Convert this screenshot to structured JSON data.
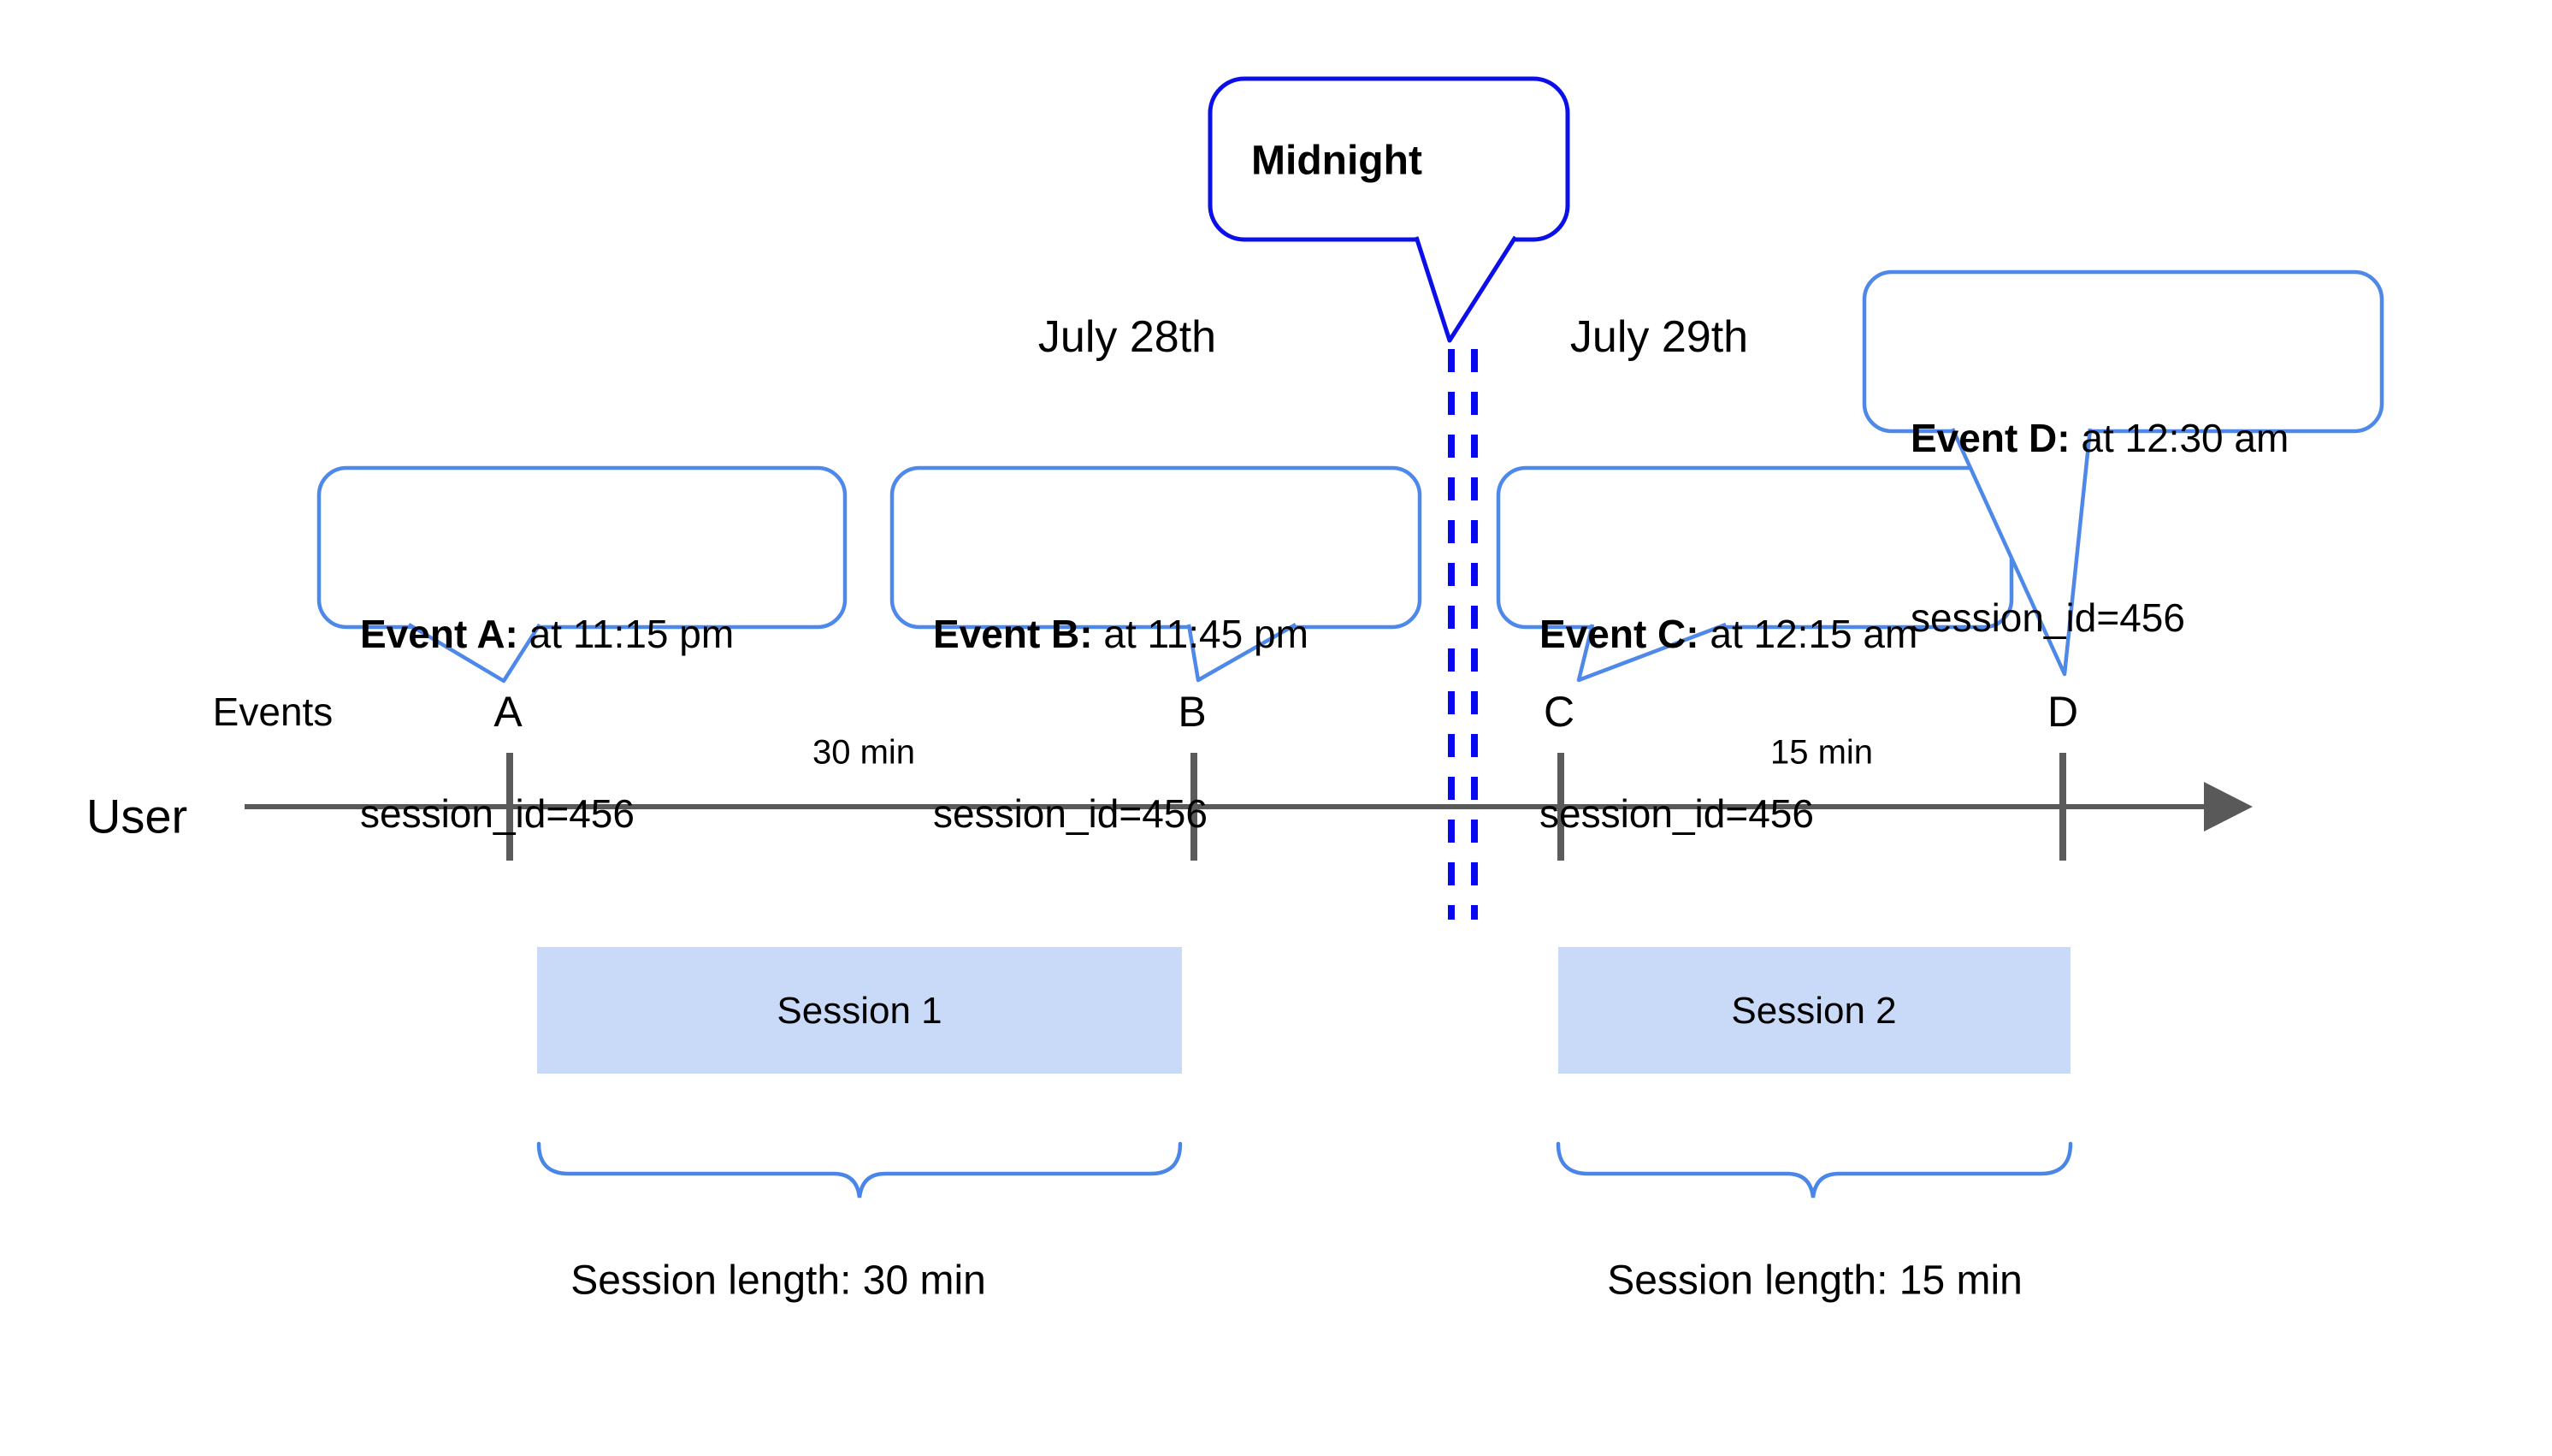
{
  "callouts": {
    "midnight": {
      "text": "Midnight"
    },
    "events": [
      {
        "tick": "A",
        "label": "Event A:",
        "time": " at 11:15 pm",
        "session": "session_id=456"
      },
      {
        "tick": "B",
        "label": "Event B:",
        "time": " at 11:45 pm",
        "session": "session_id=456"
      },
      {
        "tick": "C",
        "label": "Event C:",
        "time": " at 12:15 am",
        "session": "session_id=456"
      },
      {
        "tick": "D",
        "label": "Event D:",
        "time": " at 12:30 am",
        "session": "session_id=456"
      }
    ]
  },
  "dates": {
    "left": "July 28th",
    "right": "July 29th"
  },
  "timeline": {
    "events_axis_label": "Events",
    "user_label": "User",
    "intervals": [
      "30 min",
      "15 min"
    ]
  },
  "sessions": [
    {
      "name": "Session 1",
      "length_label": "Session length: 30 min"
    },
    {
      "name": "Session 2",
      "length_label": "Session length: 15 min"
    }
  ],
  "colors": {
    "event_callout_border": "#4e89ea",
    "midnight_border": "#0b0fe8",
    "midnight_dash": "#0808f0",
    "session_fill": "#c9daf8",
    "brace": "#4a86e8",
    "timeline_gray": "#595959",
    "text": "#000000",
    "background": "#ffffff"
  }
}
